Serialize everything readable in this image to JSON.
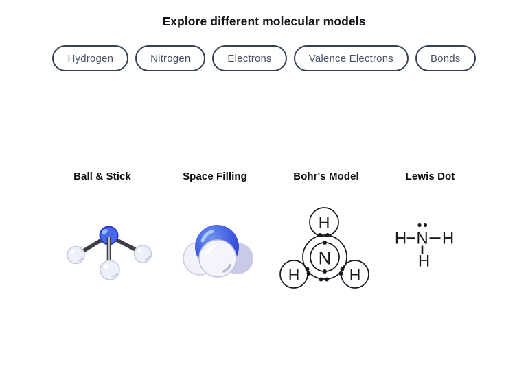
{
  "header": {
    "title": "Explore different molecular models"
  },
  "toolbar": {
    "buttons": [
      {
        "label": "Hydrogen"
      },
      {
        "label": "Nitrogen"
      },
      {
        "label": "Electrons"
      },
      {
        "label": "Valence Electrons"
      },
      {
        "label": "Bonds"
      }
    ]
  },
  "models": {
    "ball_stick": {
      "label": "Ball & Stick"
    },
    "space_filling": {
      "label": "Space Filling"
    },
    "bohr": {
      "label": "Bohr's Model",
      "nitrogen_symbol": "N",
      "hydrogen_symbol": "H"
    },
    "lewis": {
      "label": "Lewis Dot",
      "nitrogen_symbol": "N",
      "hydrogen_symbol": "H"
    }
  },
  "colors": {
    "nitrogen_blue": "#4a68ea",
    "nitrogen_blue_dark": "#2c36cf",
    "nitrogen_highlight": "#9cb6f6",
    "hydrogen_fill": "#edeffa",
    "hydrogen_border": "#c8c9e4",
    "shadow_lavender": "#c9cae8",
    "stick_dark": "#3d3e44",
    "stick_light": "#bfc0ca",
    "button_border": "#363f54",
    "button_text": "#485063",
    "diagram_ink": "#15181d"
  }
}
